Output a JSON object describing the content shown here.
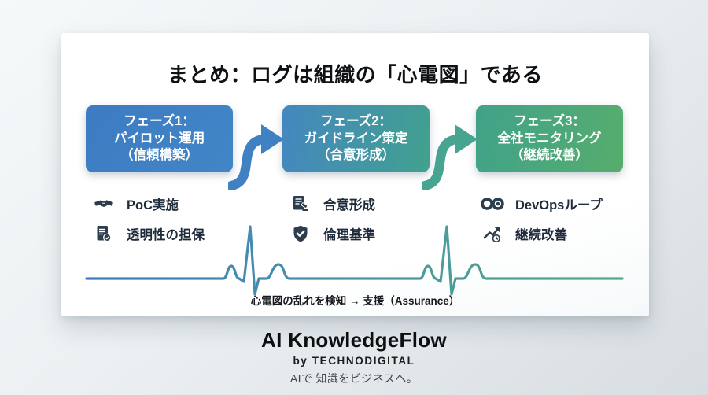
{
  "slide": {
    "title": "まとめ：ログは組織の「心電図」である"
  },
  "phases": [
    {
      "lines": [
        "フェーズ1：",
        "パイロット運用",
        "（信頼構築）"
      ],
      "items": [
        {
          "icon": "handshake-icon",
          "label": "PoC実施"
        },
        {
          "icon": "document-check-icon",
          "label": "透明性の担保"
        }
      ]
    },
    {
      "lines": [
        "フェーズ2：",
        "ガイドライン策定",
        "（合意形成）"
      ],
      "items": [
        {
          "icon": "document-gavel-icon",
          "label": "合意形成"
        },
        {
          "icon": "shield-check-icon",
          "label": "倫理基準"
        }
      ]
    },
    {
      "lines": [
        "フェーズ3：",
        "全社モニタリング",
        "（継続改善）"
      ],
      "items": [
        {
          "icon": "devops-infinity-icon",
          "label": "DevOpsループ"
        },
        {
          "icon": "trend-clock-icon",
          "label": "継続改善"
        }
      ]
    }
  ],
  "ecg": {
    "caption": "心電図の乱れを検知 → 支援（Assurance）"
  },
  "footer": {
    "brand": "AI KnowledgeFlow",
    "byline": "by TECHNODIGITAL",
    "tagline": "AIで 知識をビジネスへ。"
  },
  "colors": {
    "phase1": "#3e7dc3",
    "phase2_start": "#4587c0",
    "phase2_end": "#41a18e",
    "phase3_start": "#40a289",
    "phase3_end": "#57ad6d",
    "arrow1": "#3f81c3",
    "arrow2": "#47a491",
    "icon": "#2e3d4d",
    "ecg_start": "#3e7cc2",
    "ecg_end": "#55ab85"
  }
}
